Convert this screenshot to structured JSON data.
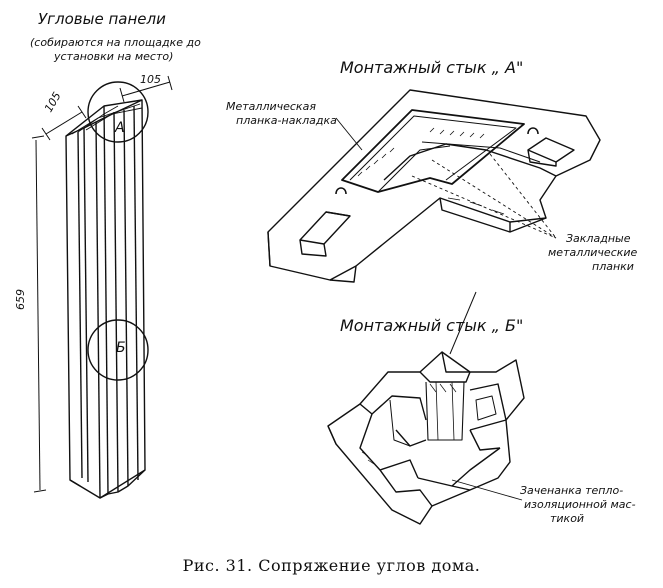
{
  "panel": {
    "title": "Угловые панели",
    "note_line1": "(собираются на площадке до",
    "note_line2": "установки на место)",
    "dim_width_top": "105",
    "dim_width_side": "105",
    "dim_height": "659",
    "mark_a": "А",
    "mark_b": "Б"
  },
  "joint_a": {
    "title": "Монтажный стык „ А\"",
    "plate_line1": "Металлическая",
    "plate_line2": "планка-накладка",
    "embedded_line1": "Закладные",
    "embedded_line2": "металлические",
    "embedded_line3": "планки"
  },
  "joint_b": {
    "title": "Монтажный стык „ Б\"",
    "fill_line1": "Заченанка тепло-",
    "fill_line2": "изоляционной мас-",
    "fill_line3": "тикой"
  },
  "caption": "Рис. 31. Сопряжение углов дома."
}
